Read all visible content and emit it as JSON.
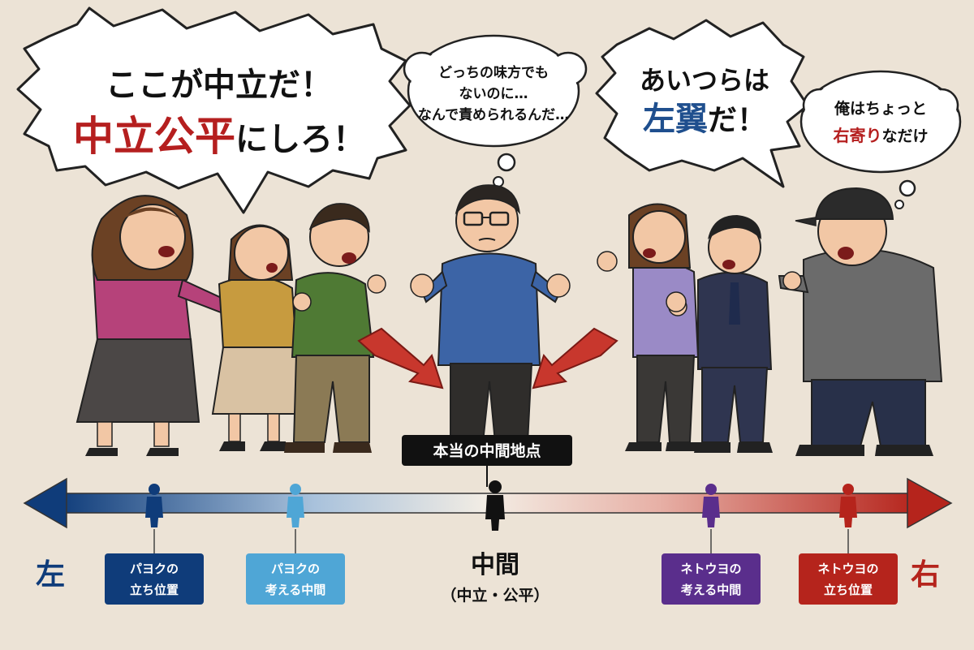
{
  "colors": {
    "background": "#ece3d6",
    "left_blue": "#0f3c7a",
    "right_red": "#b5241c",
    "pale_blue": "#4fa6d6",
    "purple": "#5a2e8c",
    "emphasis_red": "#b51f1f"
  },
  "bubbles": {
    "left_shout": {
      "line1": "ここが中立だ！",
      "line2_red": "中立公平",
      "line2_rest": "にしろ！"
    },
    "center_thought": {
      "line1": "どっちの味方でも",
      "line2": "ないのに…",
      "line3": "なんで責められるんだ…"
    },
    "right_shout": {
      "line1": "あいつらは",
      "line2_blue": "左翼",
      "line2_rest": "だ！"
    },
    "right_thought": {
      "line1": "俺はちょっと",
      "line2_red": "右寄り",
      "line2_rest": "なだけ"
    }
  },
  "midpoint_label": "本当の中間地点",
  "axis": {
    "left_label": "左",
    "right_label": "右",
    "center_label": "中間",
    "center_sub": "（中立・公平）",
    "markers": [
      {
        "line1": "パヨクの",
        "line2": "立ち位置",
        "color": "#0f3c7a",
        "icon": "person-icon"
      },
      {
        "line1": "パヨクの",
        "line2": "考える中間",
        "color": "#4fa6d6",
        "icon": "person-icon"
      },
      {
        "line1": "ネトウヨの",
        "line2": "考える中間",
        "color": "#5a2e8c",
        "icon": "person-icon"
      },
      {
        "line1": "ネトウヨの",
        "line2": "立ち位置",
        "color": "#b5241c",
        "icon": "person-icon"
      }
    ]
  }
}
